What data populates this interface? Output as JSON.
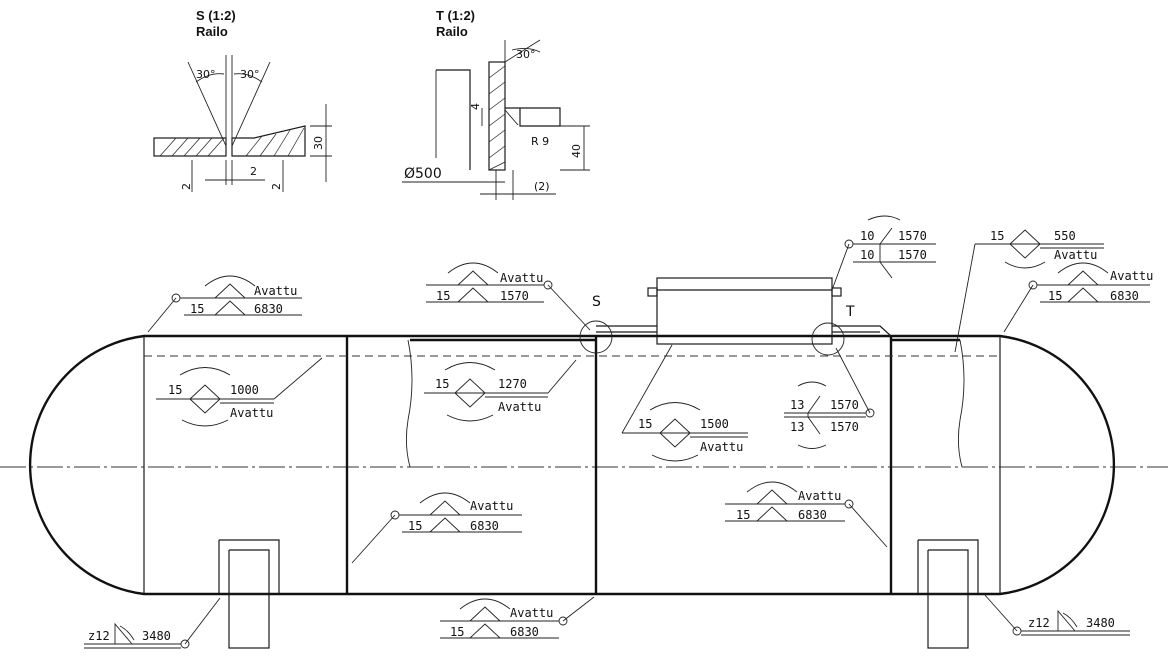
{
  "details": {
    "s": {
      "title": "S (1:2)",
      "subtitle": "Railo",
      "angle_left": "30°",
      "angle_right": "30°",
      "dim_gap": "2",
      "dim_left": "2",
      "dim_right": "2",
      "dim_height": "30"
    },
    "t": {
      "title": "T (1:2)",
      "subtitle": "Railo",
      "angle": "30°",
      "dim_4": "4",
      "radius": "R 9",
      "dim_40": "40",
      "diameter": "Ø500",
      "dim_2": "(2)"
    }
  },
  "markers": {
    "s": "S",
    "t": "T"
  },
  "welds": [
    {
      "id": "w1",
      "top": "Avattu",
      "left": "15",
      "bottom": "6830"
    },
    {
      "id": "w2",
      "top": "Avattu",
      "left": "15",
      "bottom": "1570"
    },
    {
      "id": "w3",
      "top": "10",
      "right_top": "1570",
      "left": "10",
      "bottom": "1570"
    },
    {
      "id": "w4",
      "top": "15",
      "right": "550",
      "bottom": "Avattu"
    },
    {
      "id": "w5",
      "top": "Avattu",
      "left": "15",
      "bottom": "6830"
    },
    {
      "id": "w6",
      "top": "1000",
      "left": "15",
      "bottom": "Avattu"
    },
    {
      "id": "w7",
      "top": "1270",
      "left": "15",
      "bottom": "Avattu"
    },
    {
      "id": "w8",
      "top": "1500",
      "left": "15",
      "bottom": "Avattu"
    },
    {
      "id": "w9",
      "top": "13",
      "right_top": "1570",
      "left": "13",
      "bottom": "1570"
    },
    {
      "id": "w10",
      "top": "Avattu",
      "left": "15",
      "bottom": "6830"
    },
    {
      "id": "w11",
      "top": "Avattu",
      "left": "15",
      "bottom": "6830"
    },
    {
      "id": "w12",
      "top": "Avattu",
      "left": "15",
      "bottom": "6830"
    },
    {
      "id": "w13",
      "left": "z12",
      "right": "3480"
    },
    {
      "id": "w14",
      "left": "z12",
      "right": "3480"
    }
  ]
}
